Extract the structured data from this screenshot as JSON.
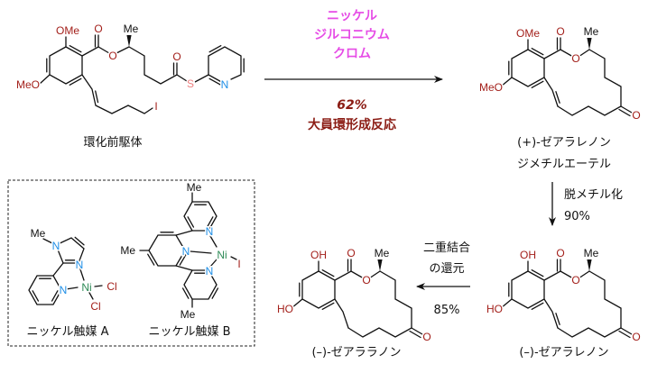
{
  "colors": {
    "reagent": "#e64ce6",
    "yield_main": "#8b1c14",
    "oxygen": "#a3201b",
    "nitrogen": "#1f8fe6",
    "sulfur": "#ee8080",
    "nickel": "#2e8b57",
    "halogen": "#a3201b"
  },
  "reaction": {
    "reagents": [
      "ニッケル",
      "ジルコニウム",
      "クロム"
    ],
    "yield": "62%",
    "name": "大員環形成反応"
  },
  "compounds": {
    "precursor": "環化前駆体",
    "product1_line1": "(+)-ゼアラレノン",
    "product1_line2": "ジメチルエーテル",
    "zearalenone": "(–)-ゼアラレノン",
    "zearalanone": "(–)-ゼアララノン"
  },
  "steps": {
    "demethylation": "脱メチル化",
    "demethylation_yield": "90%",
    "reduction_line1": "二重結合",
    "reduction_line2": "の還元",
    "reduction_yield": "85%"
  },
  "catalysts": {
    "a": "ニッケル触媒 A",
    "b": "ニッケル触媒 B"
  },
  "atoms": {
    "OMe": "OMe",
    "MeO": "MeO",
    "OH": "OH",
    "HO": "HO",
    "O": "O",
    "Me": "Me",
    "S": "S",
    "N": "N",
    "I": "I",
    "Ni": "Ni",
    "Cl": "Cl"
  }
}
